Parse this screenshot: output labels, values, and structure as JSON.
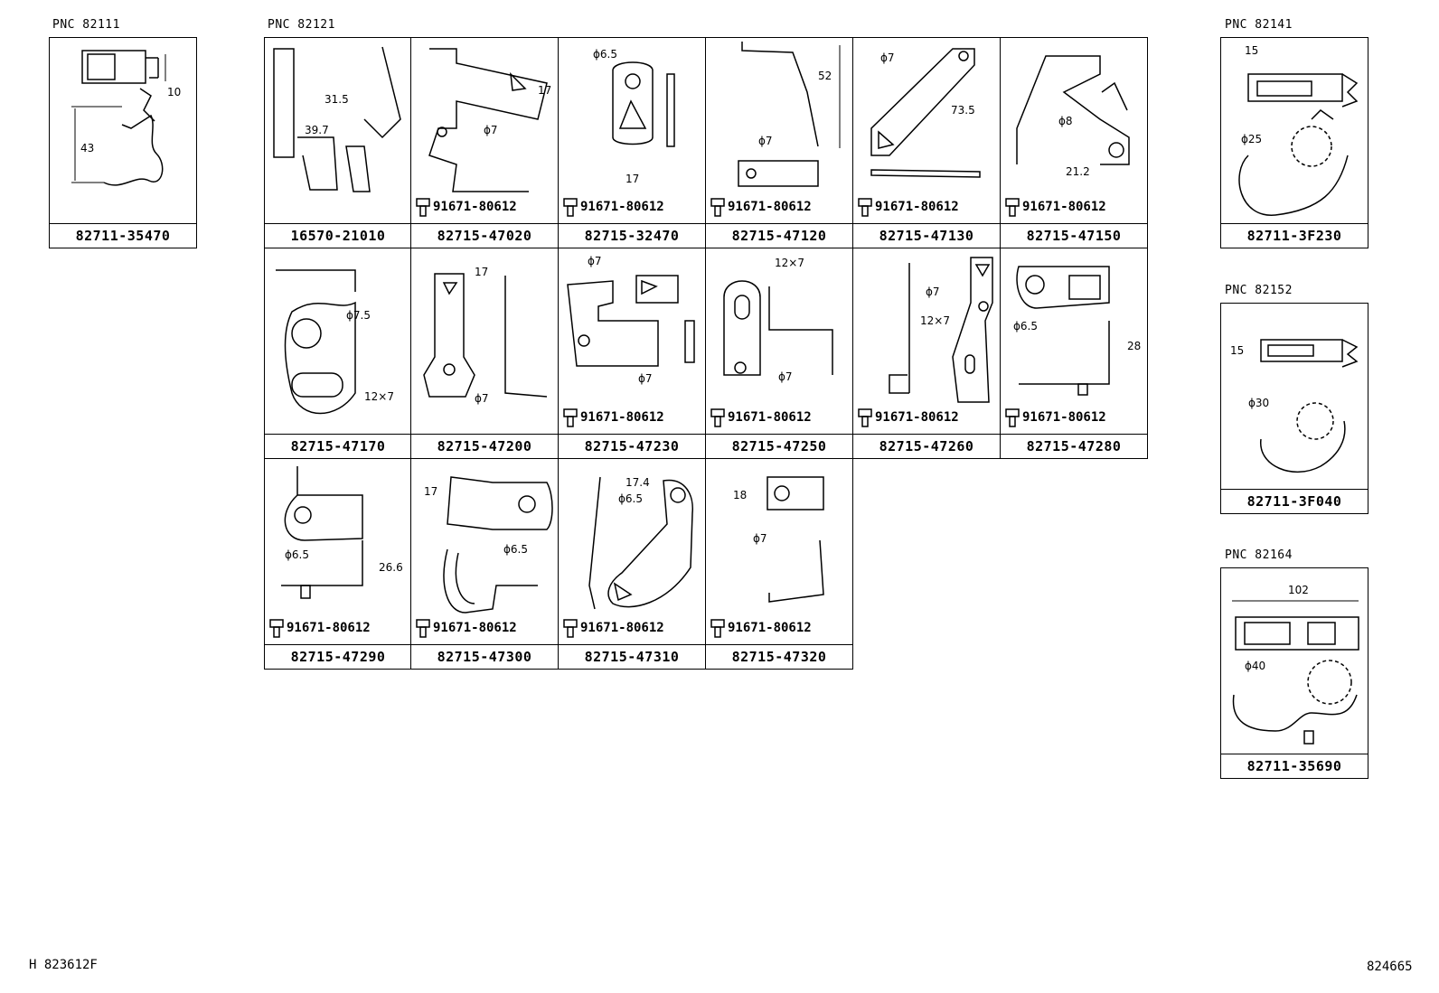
{
  "pnc_labels": {
    "p82111": "PNC  82111",
    "p82121": "PNC  82121",
    "p82141": "PNC  82141",
    "p82152": "PNC  82152",
    "p82164": "PNC  82164"
  },
  "bolt_code": "91671-80612",
  "parts": {
    "c82111": "82711-35470",
    "c16570": "16570-21010",
    "c47020": "82715-47020",
    "c32470": "82715-32470",
    "c47120": "82715-47120",
    "c47130": "82715-47130",
    "c47150": "82715-47150",
    "c47170": "82715-47170",
    "c47200": "82715-47200",
    "c47230": "82715-47230",
    "c47250": "82715-47250",
    "c47260": "82715-47260",
    "c47280": "82715-47280",
    "c47290": "82715-47290",
    "c47300": "82715-47300",
    "c47310": "82715-47310",
    "c47320": "82715-47320",
    "c3F230": "82711-3F230",
    "c3F040": "82711-3F040",
    "c35690": "82711-35690"
  },
  "dims": {
    "d10": "10",
    "d43": "43",
    "d31_5": "31.5",
    "d39_7": "39.7",
    "d17a": "17",
    "phi7": "ϕ7",
    "phi6_5": "ϕ6.5",
    "d17b": "17",
    "d52": "52",
    "d73_5": "73.5",
    "phi8": "ϕ8",
    "d21_2": "21.2",
    "d15": "15",
    "phi25": "ϕ25",
    "phi7_5": "ϕ7.5",
    "d12x7": "12×7",
    "d28": "28",
    "phi30": "ϕ30",
    "d26_6": "26.6",
    "d17c": "17",
    "d17_4": "17.4",
    "d18": "18",
    "d102": "102",
    "phi40": "ϕ40"
  },
  "footer": {
    "left": "H 823612F",
    "right": "824665"
  }
}
